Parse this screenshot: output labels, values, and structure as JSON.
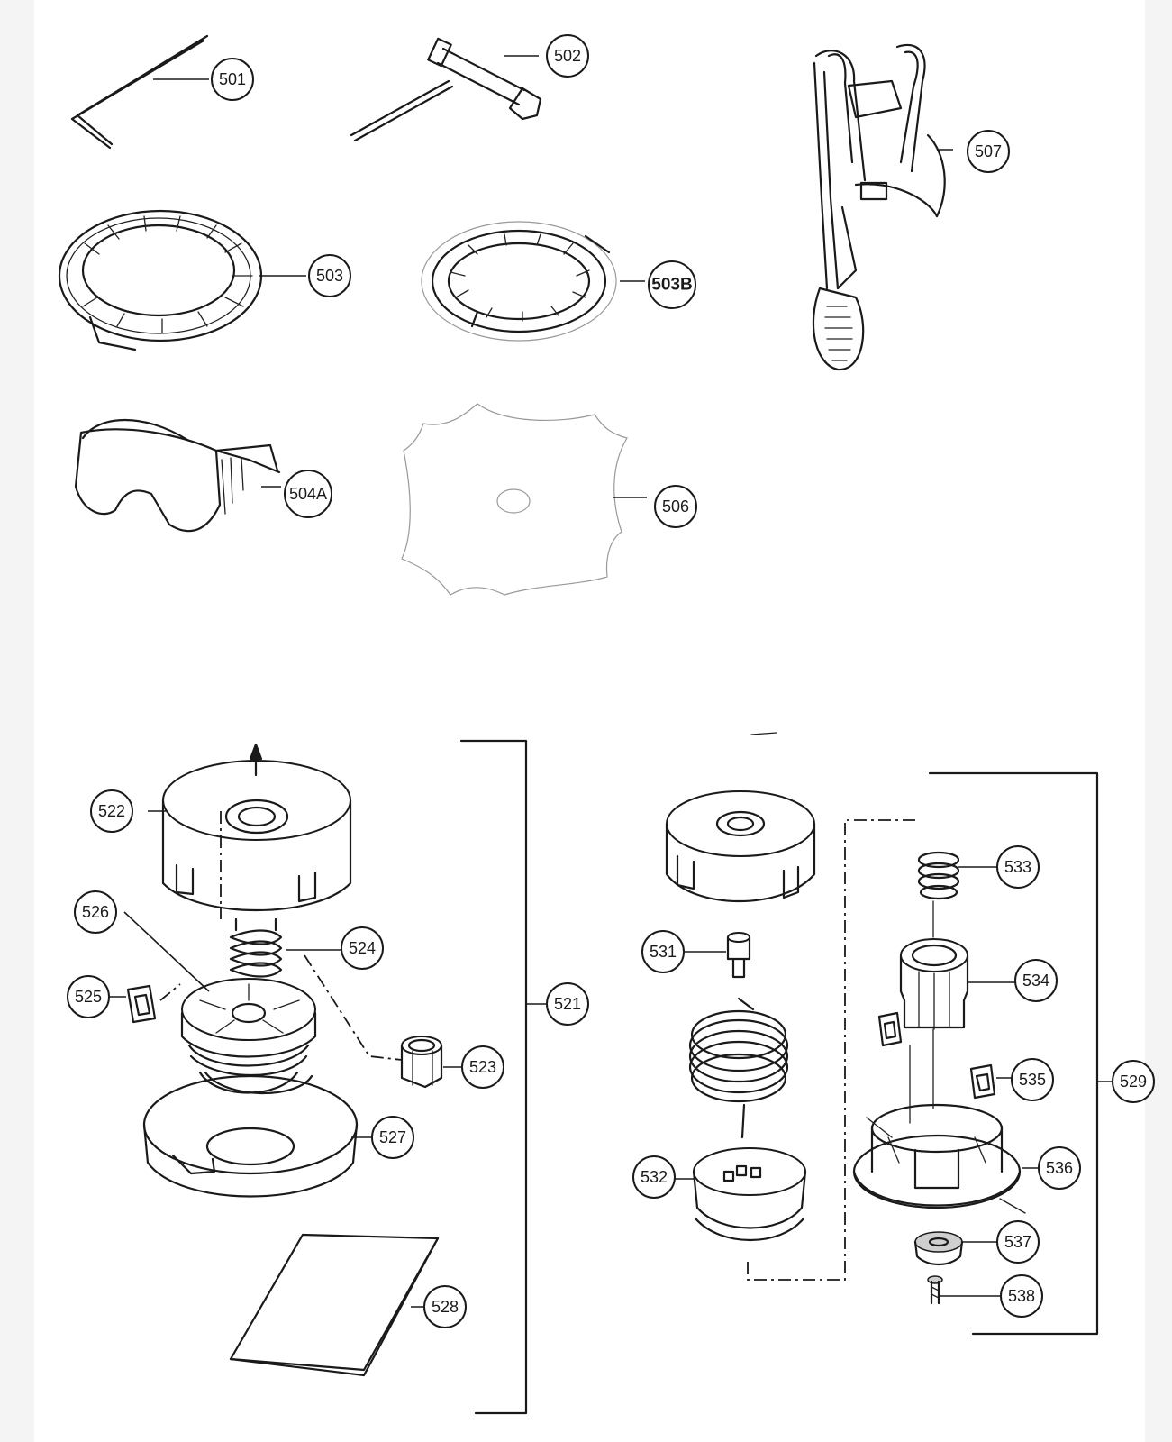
{
  "callouts": {
    "p501": "501",
    "p502": "502",
    "p503": "503",
    "p503b": "503B",
    "p504a": "504A",
    "p506": "506",
    "p507": "507",
    "p521": "521",
    "p522": "522",
    "p523": "523",
    "p524": "524",
    "p525": "525",
    "p526": "526",
    "p527": "527",
    "p528": "528",
    "p529": "529",
    "p531": "531",
    "p532": "532",
    "p533": "533",
    "p534": "534",
    "p535": "535",
    "p536": "536",
    "p537": "537",
    "p538": "538"
  }
}
